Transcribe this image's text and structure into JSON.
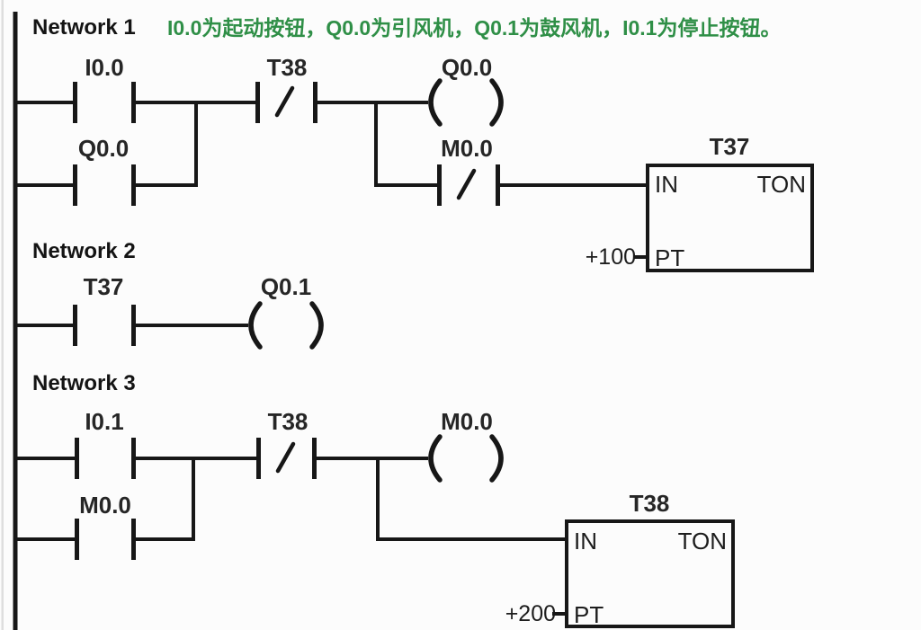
{
  "header": {
    "comment_text": "I0.0为起动按钮，Q0.0为引风机，Q0.1为鼓风机，I0.1为停止按钮。",
    "comment_color": "#2f8f47"
  },
  "networks": [
    {
      "title": "Network 1",
      "start_contact": "I0.0",
      "seal_contact": "Q0.0",
      "nc_contact": "T38",
      "output_coil": "Q0.0",
      "nc_contact2": "M0.0",
      "timer": {
        "name": "T37",
        "input_label": "IN",
        "type_label": "TON",
        "pt_label": "PT",
        "preset": "+100"
      }
    },
    {
      "title": "Network 2",
      "start_contact": "T37",
      "output_coil": "Q0.1"
    },
    {
      "title": "Network 3",
      "start_contact": "I0.1",
      "seal_contact": "M0.0",
      "nc_contact": "T38",
      "output_coil": "M0.0",
      "timer": {
        "name": "T38",
        "input_label": "IN",
        "type_label": "TON",
        "pt_label": "PT",
        "preset": "+200"
      }
    }
  ],
  "colors": {
    "line": "#171717",
    "label": "#262626",
    "annotation_green": "#2f8f47",
    "background": "#fcfcfc"
  }
}
